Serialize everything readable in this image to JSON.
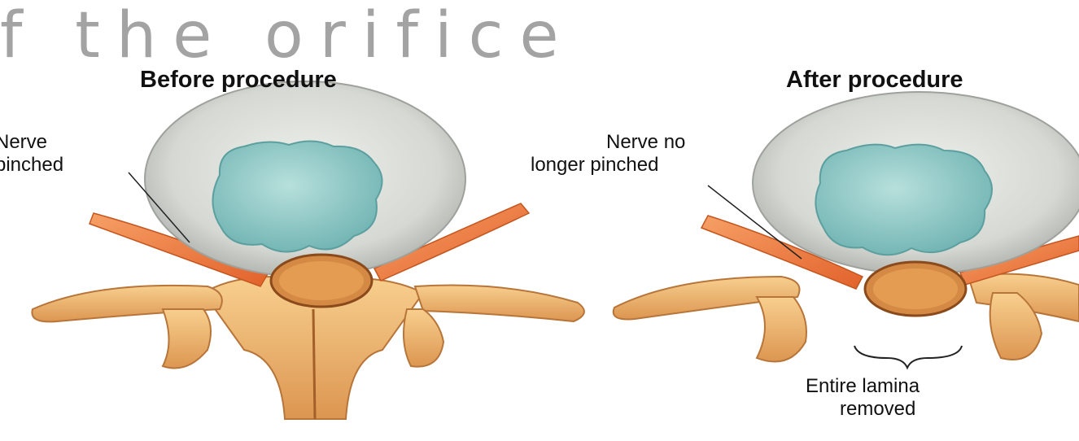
{
  "overlay": {
    "text": "f the orifice"
  },
  "panels": [
    {
      "title": "Before procedure",
      "label_line1": "Nerve",
      "label_line2": "pinched"
    },
    {
      "title": "After procedure",
      "label_line1": "Nerve no",
      "label_line2": "longer pinched",
      "removed_line1": "Entire lamina",
      "removed_line2": "removed"
    }
  ],
  "colors": {
    "disc": "#d6d8d3",
    "nucleus": "#8ec8c6",
    "bone": "#f0b56a",
    "bone_dark": "#c9813a",
    "nerve": "#f07a3c",
    "cord": "#c87532"
  }
}
